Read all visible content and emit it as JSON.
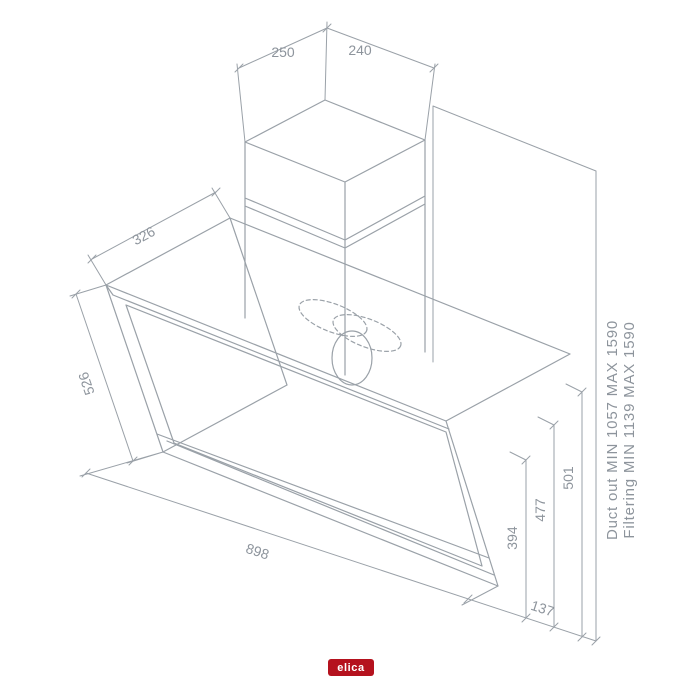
{
  "diagram": {
    "dims": {
      "d250": "250",
      "d240": "240",
      "d326": "326",
      "d526": "526",
      "d898": "898",
      "d137": "137",
      "d394": "394",
      "d477": "477",
      "d501": "501"
    },
    "notes": {
      "duct_out": "Duct out MIN 1057 MAX 1590",
      "filtering": "Filtering MIN 1139 MAX 1590"
    },
    "logo": "elica",
    "colors": {
      "line": "#9aa1a8",
      "text": "#8d949c",
      "logo": "#b5121e",
      "logo_text": "#ffffff"
    }
  }
}
